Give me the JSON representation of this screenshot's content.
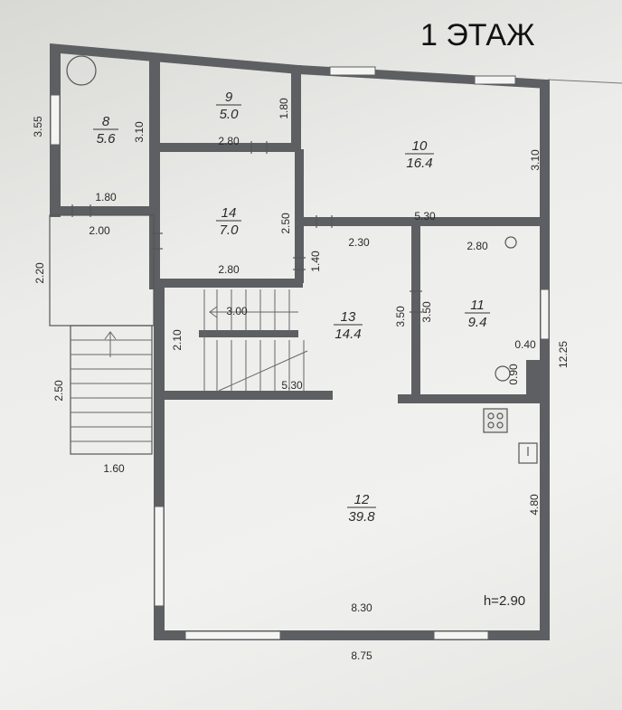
{
  "title": "1 ЭТАЖ",
  "height_note": "h=2.90",
  "rooms": [
    {
      "id": "room-8",
      "number": "8",
      "area": "5.6"
    },
    {
      "id": "room-9",
      "number": "9",
      "area": "5.0"
    },
    {
      "id": "room-10",
      "number": "10",
      "area": "16.4"
    },
    {
      "id": "room-14",
      "number": "14",
      "area": "7.0"
    },
    {
      "id": "room-13",
      "number": "13",
      "area": "14.4"
    },
    {
      "id": "room-11",
      "number": "11",
      "area": "9.4"
    },
    {
      "id": "room-12",
      "number": "12",
      "area": "39.8"
    }
  ],
  "dimensions": {
    "d355": "3.55",
    "d310a": "3.10",
    "d180a": "1.80",
    "d280a": "2.80",
    "d310b": "3.10",
    "d180b": "1.80",
    "d200": "2.00",
    "d250a": "2.50",
    "d530a": "5.30",
    "d230": "2.30",
    "d280b": "2.80",
    "d220": "2.20",
    "d140": "1.40",
    "d280c": "2.80",
    "d300": "3.00",
    "d210": "2.10",
    "d350a": "3.50",
    "d350b": "3.50",
    "d040": "0.40",
    "d090": "0.90",
    "d1225": "12.25",
    "d530b": "5.30",
    "d250b": "2.50",
    "d160": "1.60",
    "d480": "4.80",
    "d830": "8.30",
    "d875": "8.75"
  }
}
